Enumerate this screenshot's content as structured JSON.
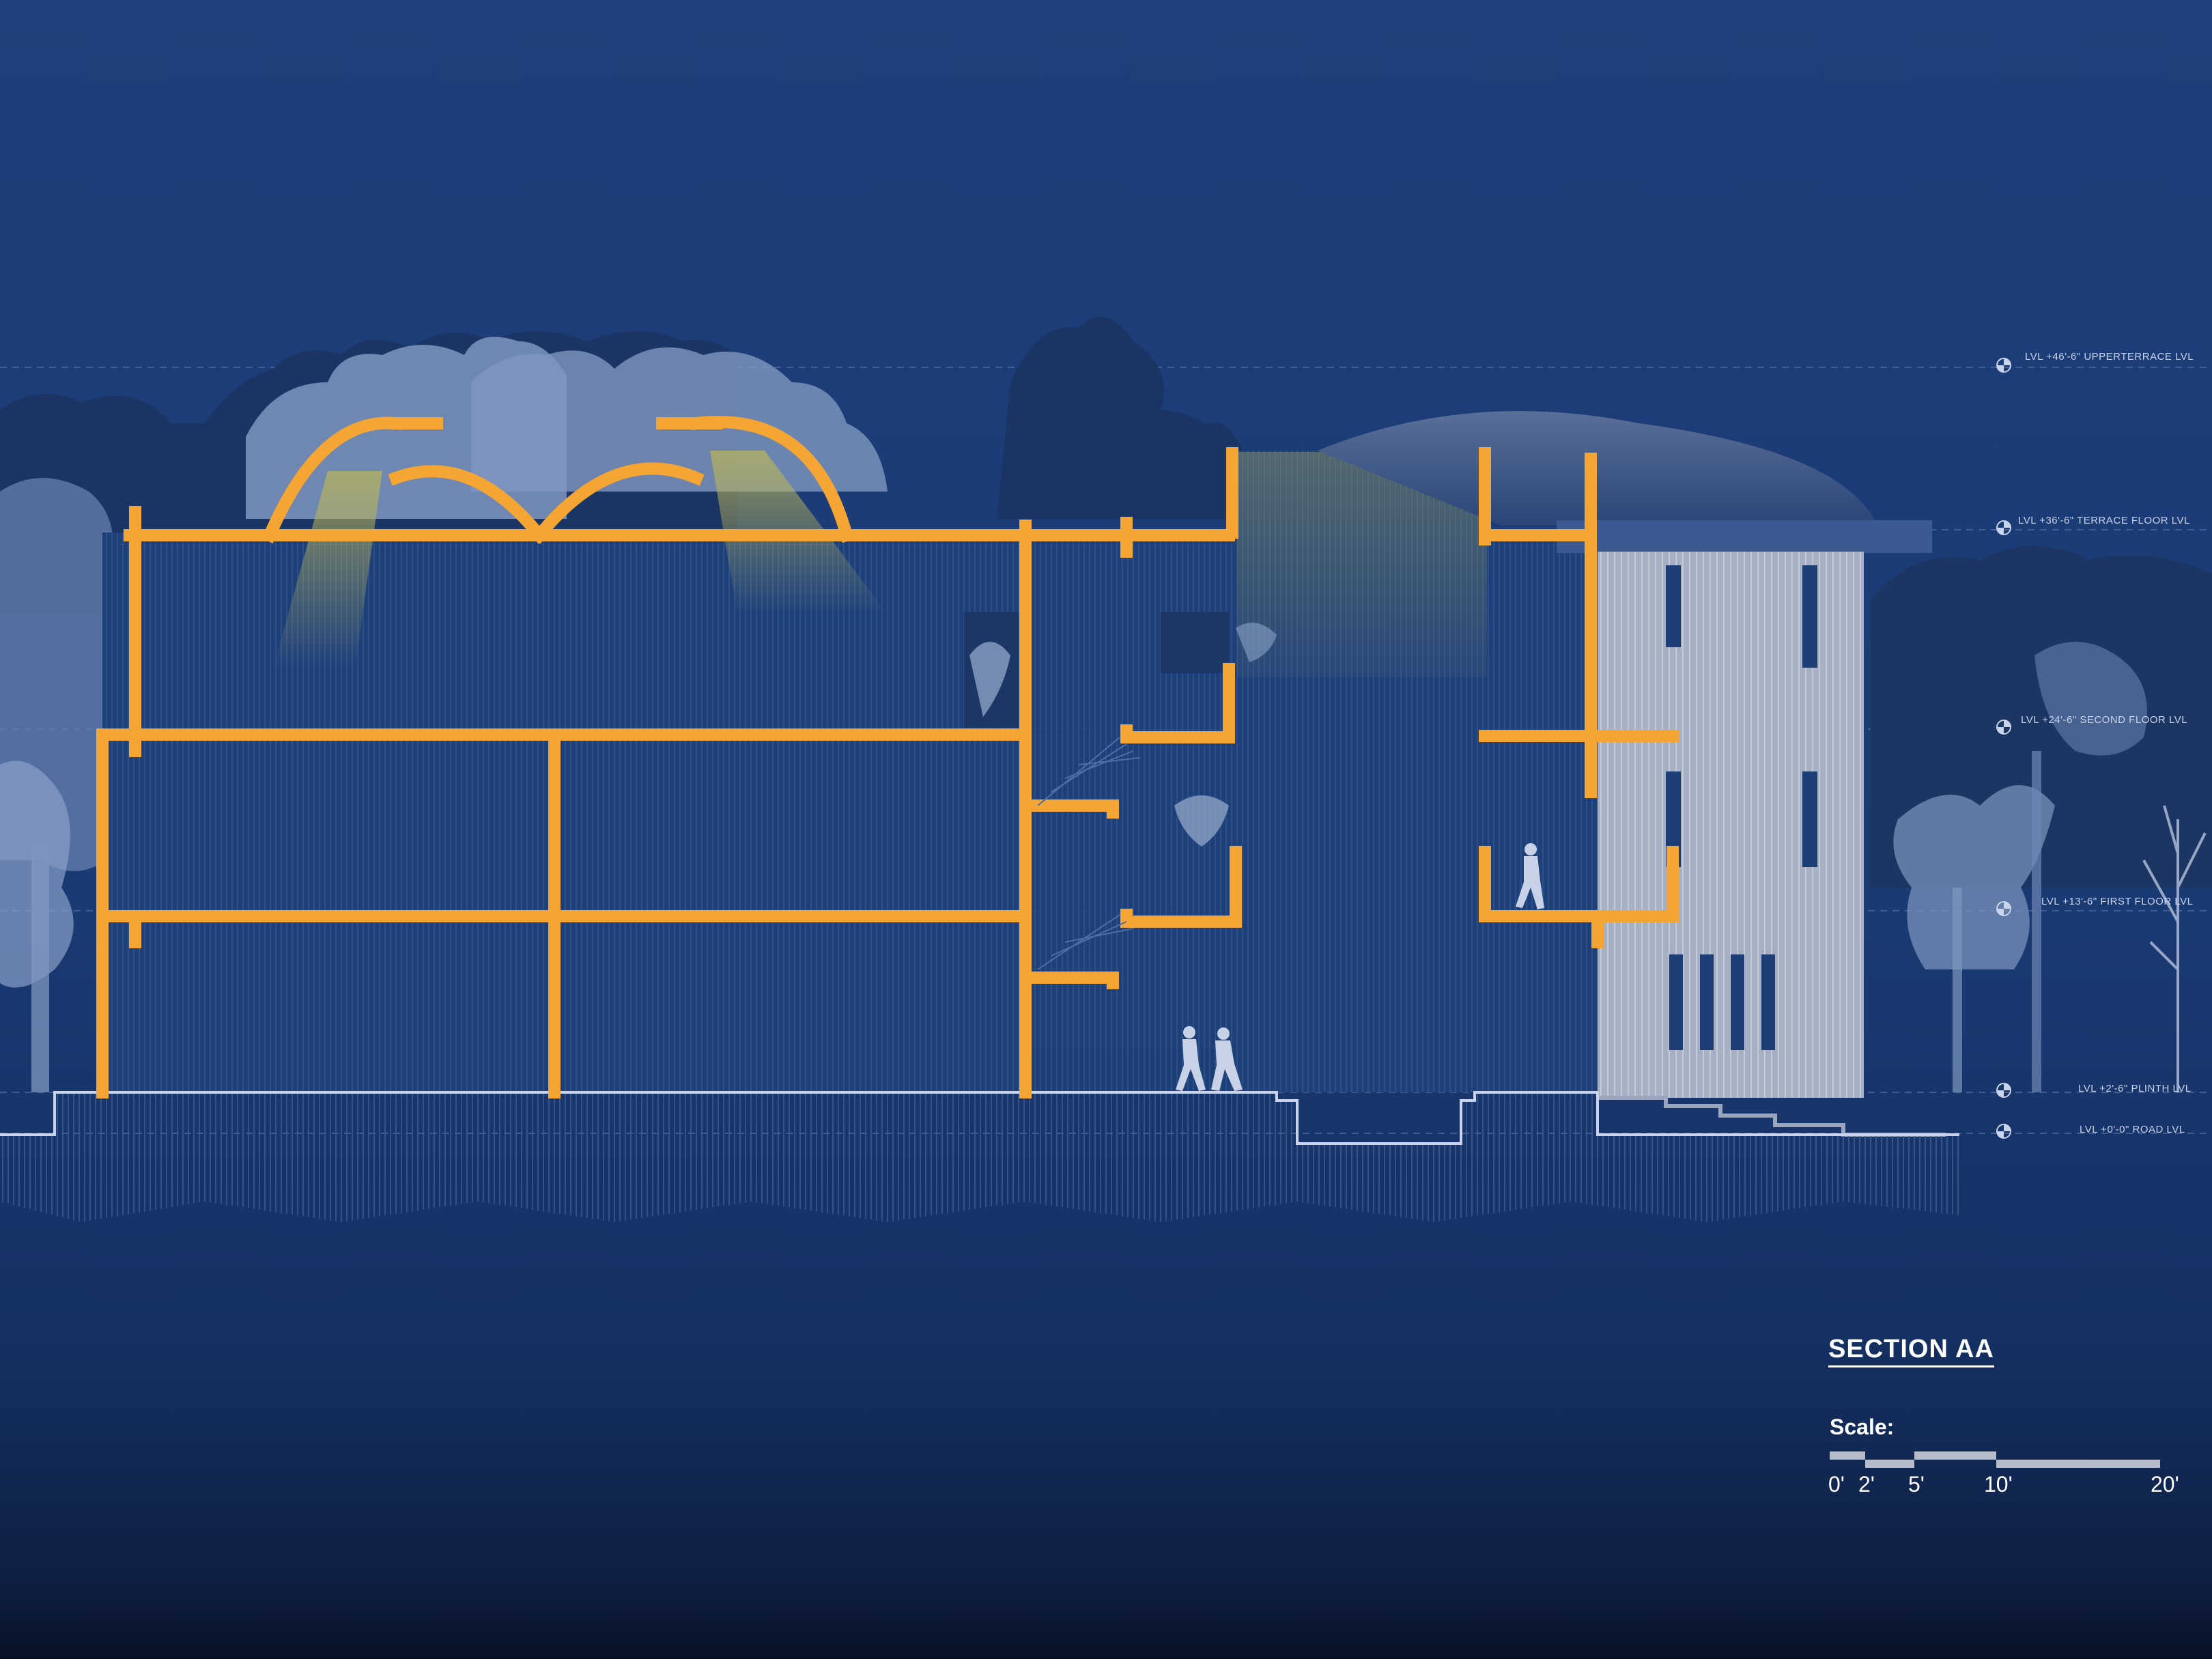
{
  "levels": [
    {
      "label": "LVL +46'-6\" UPPERTERRACE LVL"
    },
    {
      "label": "LVL +36'-6\" TERRACE FLOOR LVL"
    },
    {
      "label": "LVL +24'-6\" SECOND FLOOR LVL"
    },
    {
      "label": "LVL +13'-6\" FIRST FLOOR LVL"
    },
    {
      "label": "LVL +2'-6\" PLINTH LVL"
    },
    {
      "label": "LVL +0'-0\" ROAD LVL"
    }
  ],
  "section_title": "SECTION AA",
  "scale": {
    "label": "Scale:",
    "ticks": [
      "0'",
      "2'",
      "5'",
      "10'",
      "20'"
    ]
  },
  "colors": {
    "background": "#1b3c76",
    "structure": "#f5a533",
    "tower": "#a9b2c4",
    "trees_dark": "#1b3662",
    "trees_light": "#7f97bf",
    "text": "#ffffff"
  }
}
